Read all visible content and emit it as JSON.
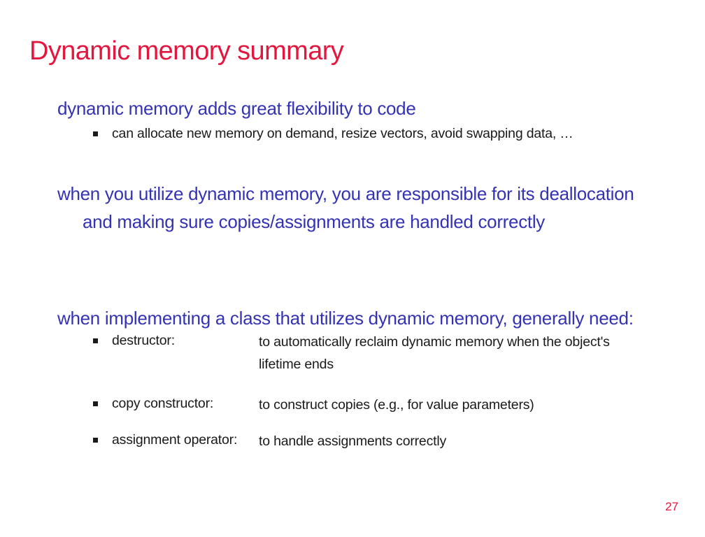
{
  "slide": {
    "title": "Dynamic memory summary",
    "page_number": "27"
  },
  "points": [
    {
      "text": "dynamic memory adds great flexibility to code",
      "subpoints": [
        "can allocate new memory on demand, resize vectors, avoid swapping data, …"
      ]
    },
    {
      "line1": "when you utilize dynamic memory, you are responsible for its deallocation",
      "line2": "and making sure copies/assignments are handled correctly"
    },
    {
      "text": "when implementing a class that utilizes dynamic memory, generally need:",
      "items": [
        {
          "term": "destructor:",
          "line1": "to automatically reclaim dynamic memory when the object's",
          "line2": "lifetime ends"
        },
        {
          "term": "copy constructor:",
          "line1": "to construct copies (e.g., for value parameters)"
        },
        {
          "term": "assignment operator:",
          "line1": "to handle assignments correctly"
        }
      ]
    }
  ],
  "colors": {
    "title": "#e3173e",
    "heading": "#3333b3",
    "body": "#1a1a1a"
  }
}
